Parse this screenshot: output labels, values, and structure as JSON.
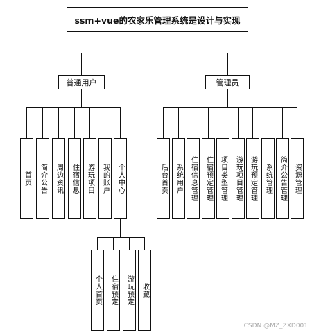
{
  "title": "ssm+vue的农家乐管理系统是设计与实现",
  "user_role": {
    "label": "普通用户",
    "modules": [
      "首页",
      "简介公告",
      "周边资讯",
      "住宿信息",
      "游玩项目",
      "我的账户",
      "个人中心"
    ],
    "personal_center": [
      "个人首页",
      "住宿预定",
      "游玩预定",
      "收藏"
    ]
  },
  "admin_role": {
    "label": "管理员",
    "modules": [
      "后台首页",
      "系统用户",
      "住宿信息管理",
      "住宿预定管理",
      "项目类型管理",
      "游玩项目管理",
      "游玩预定管理",
      "系统管理",
      "简介公告管理",
      "资源管理"
    ]
  },
  "watermark": "CSDN @MZ_ZXD001"
}
